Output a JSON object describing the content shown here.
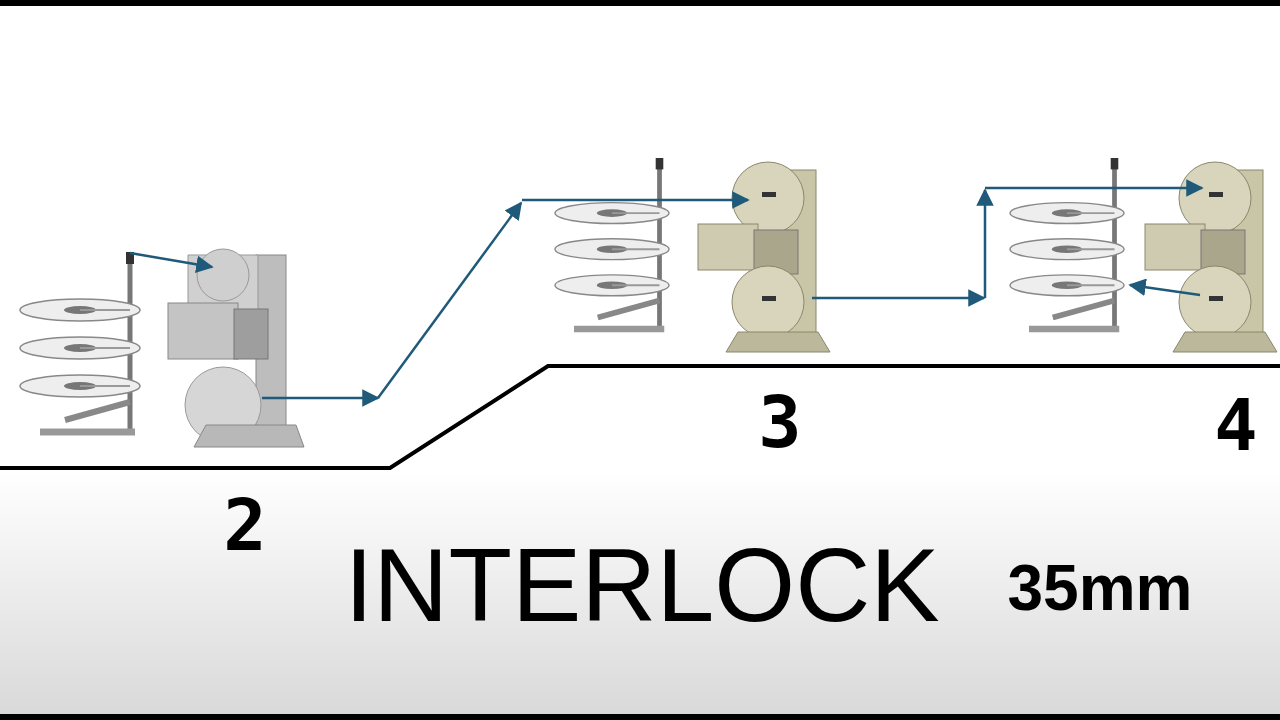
{
  "diagram": {
    "labels": [
      "2",
      "3",
      "4",
      "INTERLOCK",
      "35mm"
    ]
  }
}
